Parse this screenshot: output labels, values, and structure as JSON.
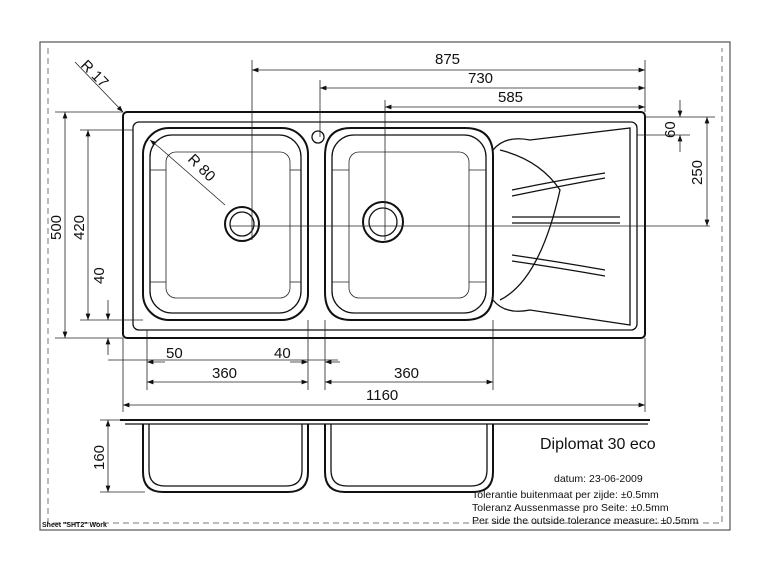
{
  "drawing": {
    "product_name": "Diplomat 30 eco",
    "date_label": "datum: 23-06-2009",
    "tolerance_nl": "Tolerantie buitenmaat per zijde: ±0.5mm",
    "tolerance_de": "Toleranz Aussenmasse pro Seite: ±0.5mm",
    "tolerance_en": "Per side the outside tolerance measure: ±0.5mm",
    "sheet_label": "Sheet \"SHT2\" Work"
  },
  "dimensions": {
    "d875": "875",
    "d730": "730",
    "d585": "585",
    "d60": "60",
    "d250": "250",
    "d500": "500",
    "d420": "420",
    "d40_left": "40",
    "d50": "50",
    "d40_bottom": "40",
    "d360_left": "360",
    "d360_right": "360",
    "d1160": "1160",
    "d160": "160",
    "r17": "R 17",
    "r80": "R 80"
  }
}
